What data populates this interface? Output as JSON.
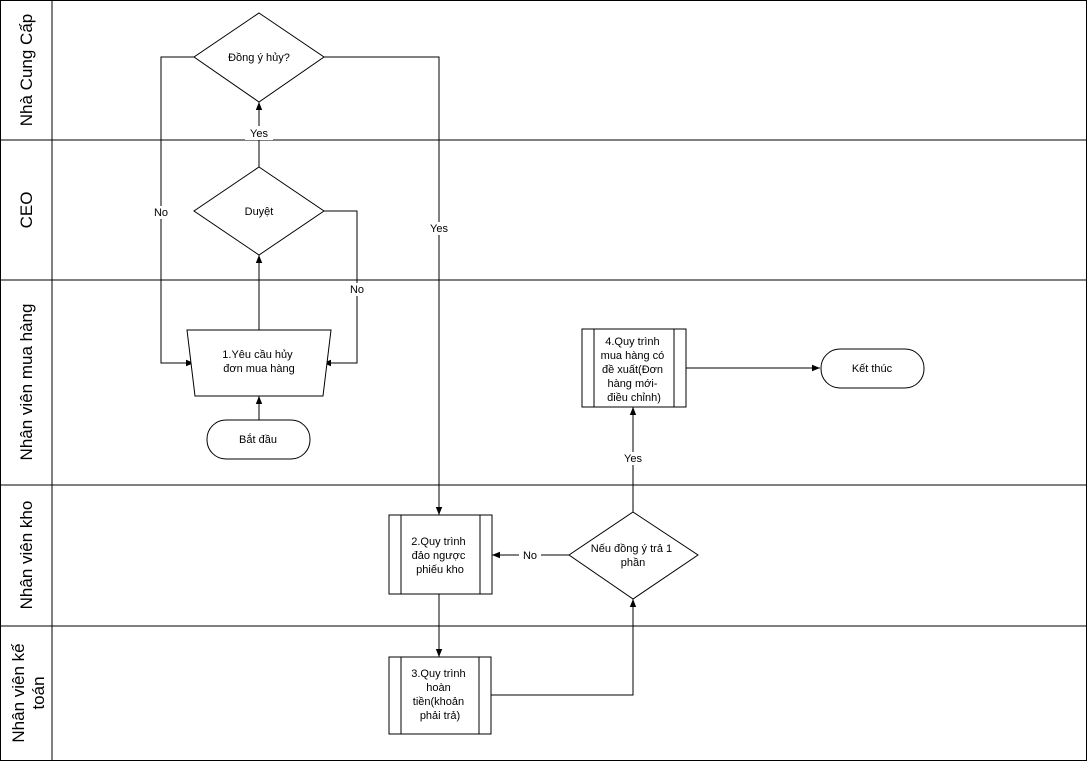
{
  "lanes": [
    {
      "label": "Nhà Cung Cấp"
    },
    {
      "label": "CEO"
    },
    {
      "label": "Nhân viên mua hàng"
    },
    {
      "label": "Nhân viên kho"
    },
    {
      "label": "Nhân viên kế toán"
    }
  ],
  "nodes": {
    "start": {
      "label": "Bắt đầu"
    },
    "cancel_request": {
      "label": "1.Yêu cầu hủy đơn mua hàng"
    },
    "approve": {
      "label": "Duyệt"
    },
    "supplier_agree": {
      "label": "Đồng ý hủy?"
    },
    "reverse_receipt": {
      "label": "2.Quy trình đảo ngược phiếu kho"
    },
    "refund": {
      "label": "3.Quy trình hoàn tiền(khoản phải trả)"
    },
    "partial_return": {
      "label": "Nếu đồng ý trả 1 phần"
    },
    "purchase_proposal": {
      "label": "4.Quy trình mua hàng có đề xuất(Đơn hàng mới- điều chỉnh)"
    },
    "end": {
      "label": "Kết thúc"
    }
  },
  "edge_labels": {
    "approve_yes": "Yes",
    "approve_no": "No",
    "supplier_no": "No",
    "supplier_yes": "Yes",
    "partial_no": "No",
    "partial_yes": "Yes"
  }
}
